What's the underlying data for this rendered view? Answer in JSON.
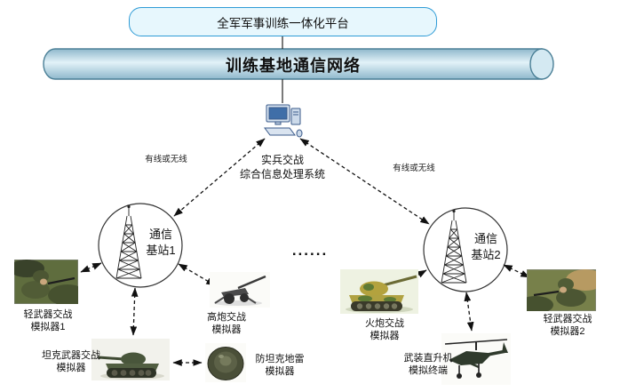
{
  "platform": {
    "label": "全军军事训练一体化平台"
  },
  "network": {
    "label": "训练基地通信网络"
  },
  "processor": {
    "line1": "实兵交战",
    "line2": "综合信息处理系统"
  },
  "links": {
    "left_label": "有线或无线",
    "right_label": "有线或无线",
    "ellipsis": "......"
  },
  "stations": {
    "left": {
      "line1": "通信",
      "line2": "基站1"
    },
    "right": {
      "line1": "通信",
      "line2": "基站2"
    }
  },
  "simulators": {
    "light1": {
      "line1": "轻武器交战",
      "line2": "模拟器1"
    },
    "tank": {
      "line1": "坦克武器交战",
      "line2": "模拟器"
    },
    "aa_gun": {
      "line1": "高炮交战",
      "line2": "模拟器"
    },
    "mine": {
      "line1": "防坦克地雷",
      "line2": "模拟器"
    },
    "artillery": {
      "line1": "火炮交战",
      "line2": "模拟器"
    },
    "helicopter": {
      "line1": "武装直升机",
      "line2": "模拟终端"
    },
    "light2": {
      "line1": "轻武器交战",
      "line2": "模拟器2"
    }
  },
  "icons": {
    "processor": "desktop-computer-icon",
    "station": "radio-tower-icon",
    "light1": "soldier-photo",
    "tank": "tank-photo",
    "aa_gun": "anti-aircraft-gun-photo",
    "mine": "anti-tank-mine-photo",
    "artillery": "camo-artillery-tank-photo",
    "helicopter": "attack-helicopter-photo",
    "light2": "soldier-photo"
  },
  "colors": {
    "platform_fill": "#e7f7fd",
    "platform_border": "#2e9bd6",
    "pipe_fill": "#b5d4e2",
    "pipe_border": "#4a7f96",
    "line_color": "#222222",
    "computer_blue": "#3f6ea8"
  }
}
